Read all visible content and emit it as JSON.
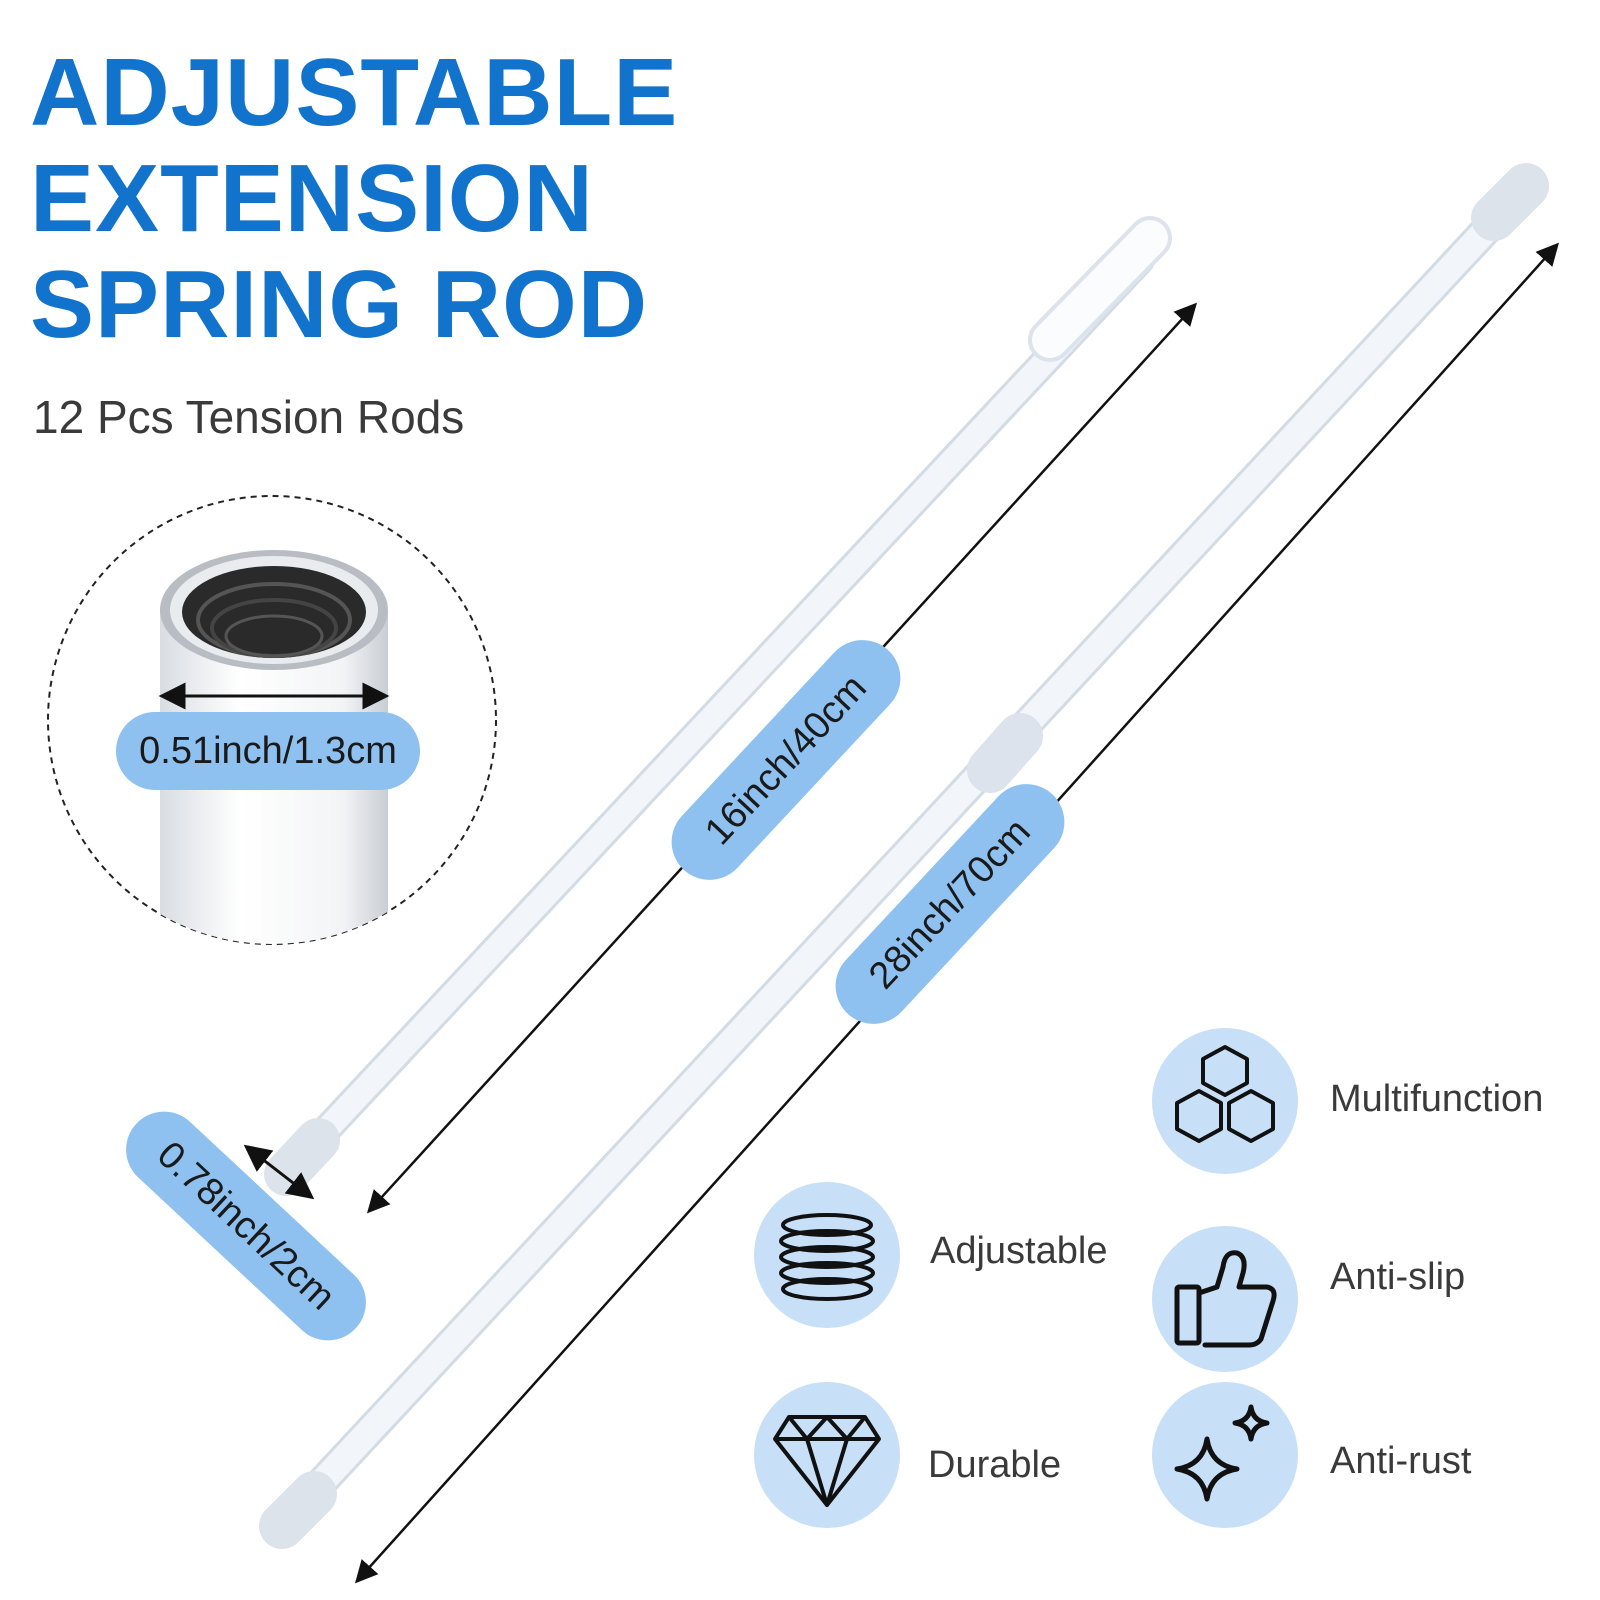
{
  "heading": {
    "line1": "ADJUSTABLE",
    "line2": "EXTENSION",
    "line3": "SPRING ROD"
  },
  "subtitle": "12 Pcs Tension Rods",
  "measurements": {
    "inner_diameter": "0.51inch/1.3cm",
    "min_length": "16inch/40cm",
    "max_length": "28inch/70cm",
    "end_diameter": "0.78inch/2cm"
  },
  "features": [
    {
      "label": "Multifunction",
      "icon": "hexagons-icon"
    },
    {
      "label": "Adjustable",
      "icon": "spring-coil-icon"
    },
    {
      "label": "Anti-slip",
      "icon": "thumbs-up-icon"
    },
    {
      "label": "Durable",
      "icon": "diamond-icon"
    },
    {
      "label": "Anti-rust",
      "icon": "sparkle-icon"
    }
  ],
  "colors": {
    "title_blue": "#1273cc",
    "pill_blue": "#8ec1f0",
    "icon_circle": "#c7dff7"
  }
}
